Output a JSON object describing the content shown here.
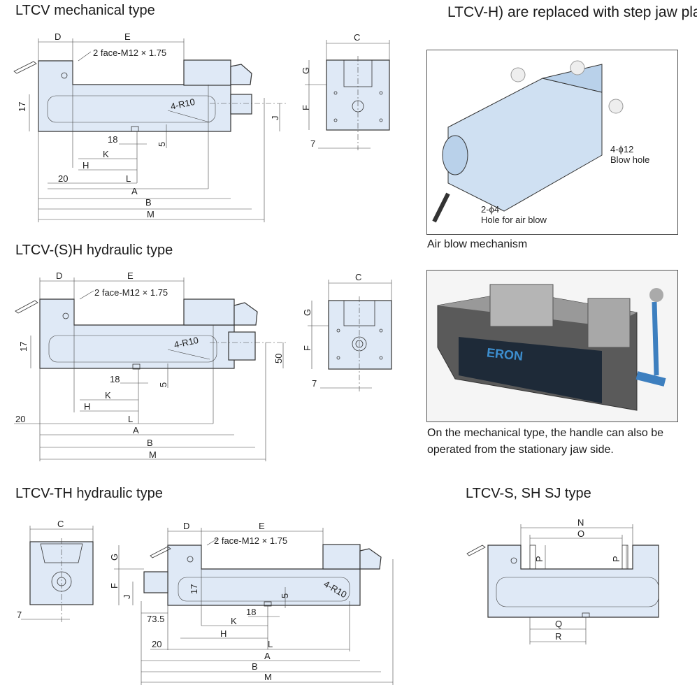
{
  "header_note": "LTCV-H) are replaced with step jaw plates.",
  "sections": {
    "mech": {
      "title": "LTCV mechanical type",
      "labels": {
        "D": "D",
        "E": "E",
        "thread": "2 face-M12 × 1.75",
        "r": "4-R10",
        "d17": "17",
        "d18": "18",
        "d5": "5",
        "K": "K",
        "H": "H",
        "d20": "20",
        "L": "L",
        "A": "A",
        "B": "B",
        "M": "M",
        "C": "C",
        "G": "G",
        "F": "F",
        "J": "J",
        "d7": "7"
      }
    },
    "hyd": {
      "title": "LTCV-(S)H hydraulic type",
      "labels": {
        "D": "D",
        "E": "E",
        "thread": "2 face-M12 × 1.75",
        "r": "4-R10",
        "d17": "17",
        "d18": "18",
        "d5": "5",
        "K": "K",
        "H": "H",
        "d20": "20",
        "L": "L",
        "A": "A",
        "B": "B",
        "M": "M",
        "C": "C",
        "G": "G",
        "F": "F",
        "d50": "50",
        "d7": "7"
      }
    },
    "th": {
      "title": "LTCV-TH hydraulic type",
      "labels": {
        "C": "C",
        "d7": "7",
        "D": "D",
        "E": "E",
        "thread": "2 face-M12 × 1.75",
        "G": "G",
        "F": "F",
        "J": "J",
        "d17": "17",
        "r": "4-R10",
        "d5": "5",
        "d18": "18",
        "d735": "73.5",
        "K": "K",
        "H": "H",
        "d20": "20",
        "L": "L",
        "A": "A",
        "B": "B",
        "M": "M"
      }
    },
    "sj": {
      "title": "LTCV-S, SH SJ type",
      "labels": {
        "N": "N",
        "O": "O",
        "P1": "P",
        "P2": "P",
        "Q": "Q",
        "R": "R"
      }
    }
  },
  "airblow": {
    "blow_hole_dim": "4-ϕ12",
    "blow_hole_label": "Blow hole",
    "air_hole_dim": "2-ϕ4",
    "air_hole_label": "Hole for air blow",
    "caption": "Air blow mechanism"
  },
  "photo": {
    "brand": "ERON",
    "caption_line1": "On the mechanical type, the handle can also be",
    "caption_line2": "operated from the stationary jaw side."
  }
}
